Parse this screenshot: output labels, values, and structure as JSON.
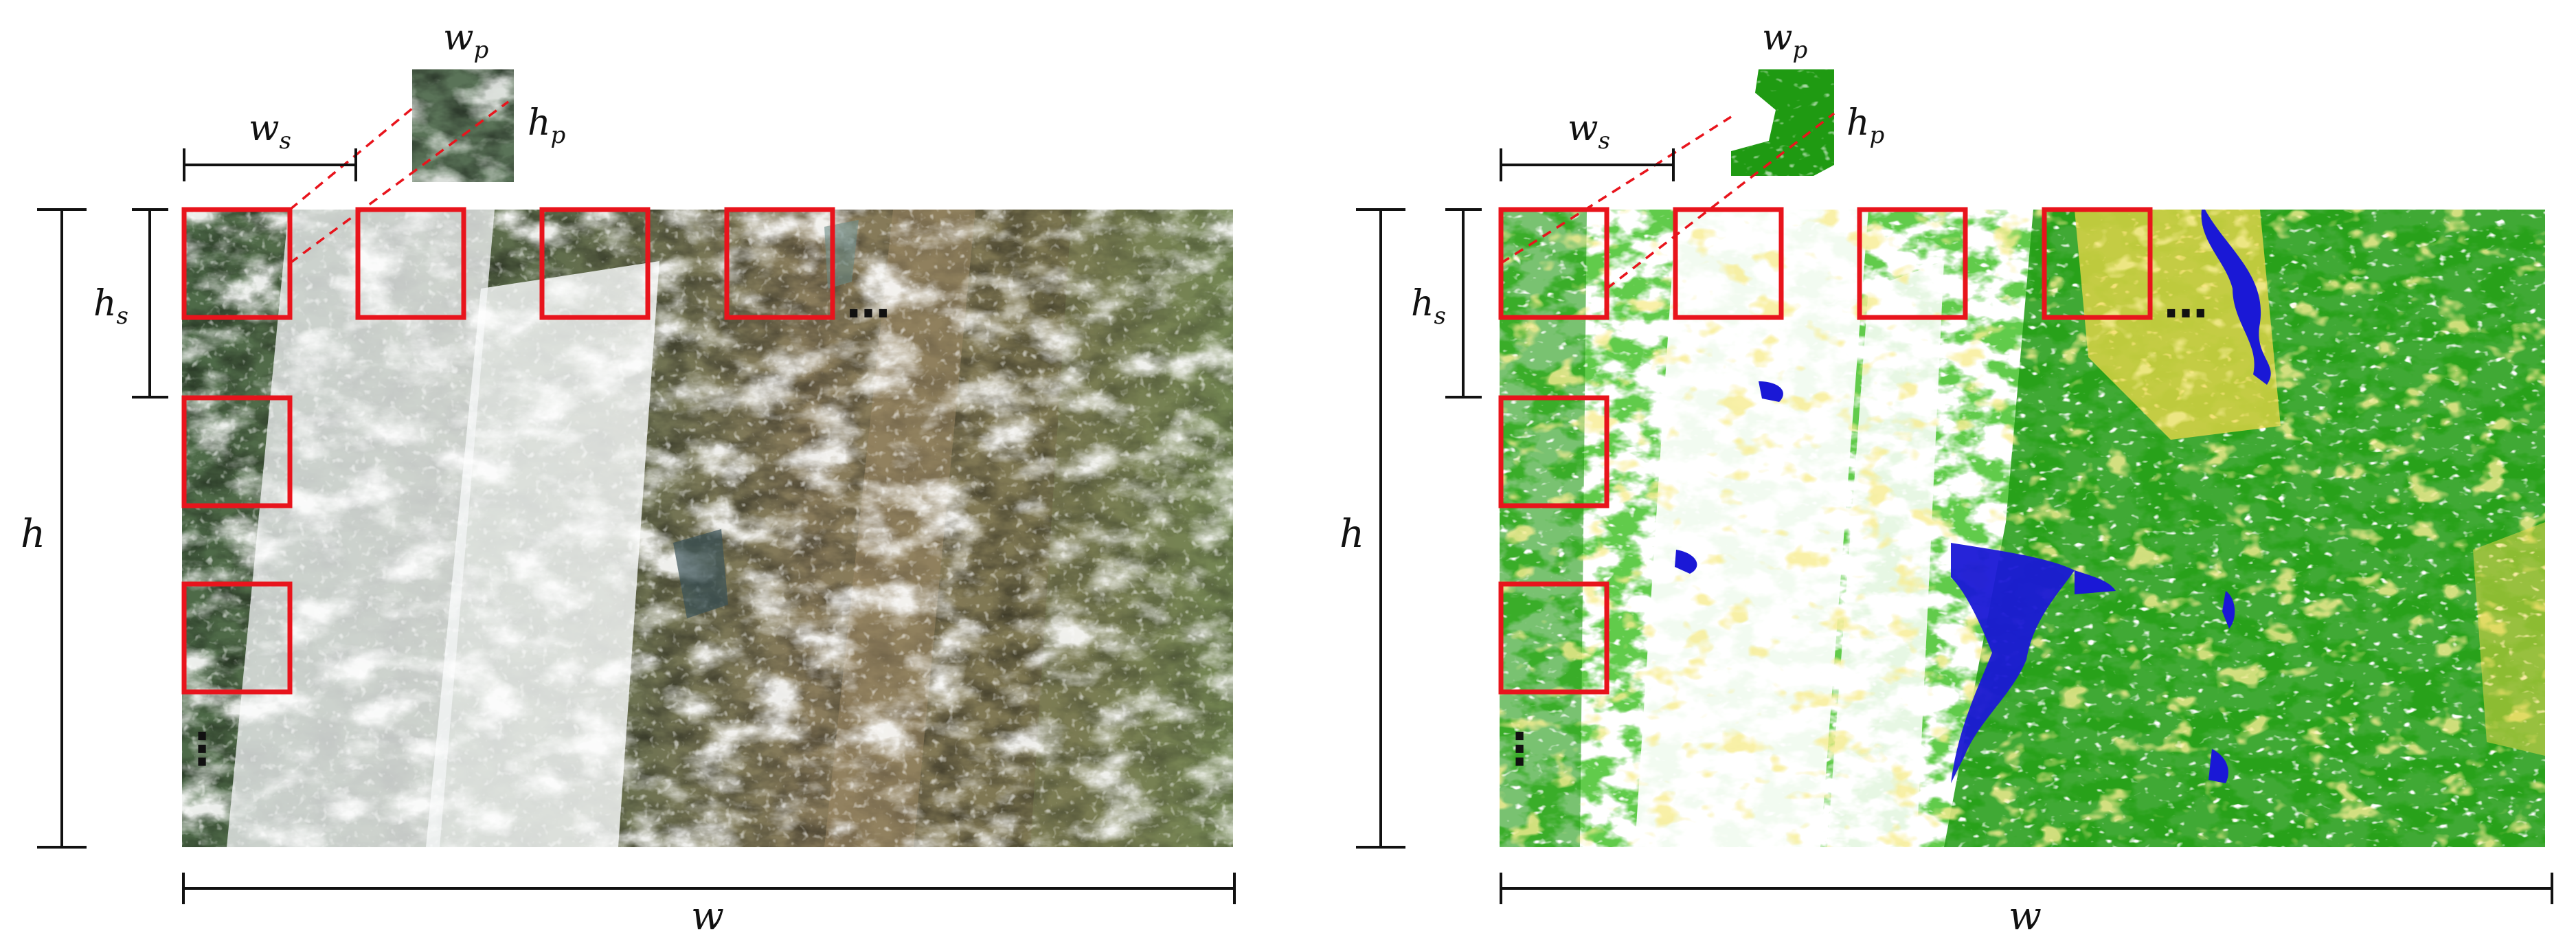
{
  "labels": {
    "w": "w",
    "h": "h",
    "w_s_base": "w",
    "w_s_sub": "s",
    "h_s_base": "h",
    "h_s_sub": "s",
    "w_p_base": "w",
    "w_p_sub": "p",
    "h_p_base": "h",
    "h_p_sub": "p",
    "ellipsis_h": "…",
    "ellipsis_v": "⋮"
  },
  "panels": [
    {
      "name": "satellite-image",
      "kind": "satellite image"
    },
    {
      "name": "segmentation-map",
      "kind": "segmentation mask"
    }
  ],
  "colors": {
    "patch_outline": "#e8141c",
    "lead_line": "#e8141c",
    "dimension_line": "#111111",
    "vegetation": "#1f9a12",
    "water": "#1a18d6",
    "bare_soil": "#f0d84a",
    "cloud_background": "#ffffff",
    "sat_vegetation": "#4f6b45",
    "sat_dry": "#8f7d5e",
    "sat_cloud": "#eef1f3"
  }
}
